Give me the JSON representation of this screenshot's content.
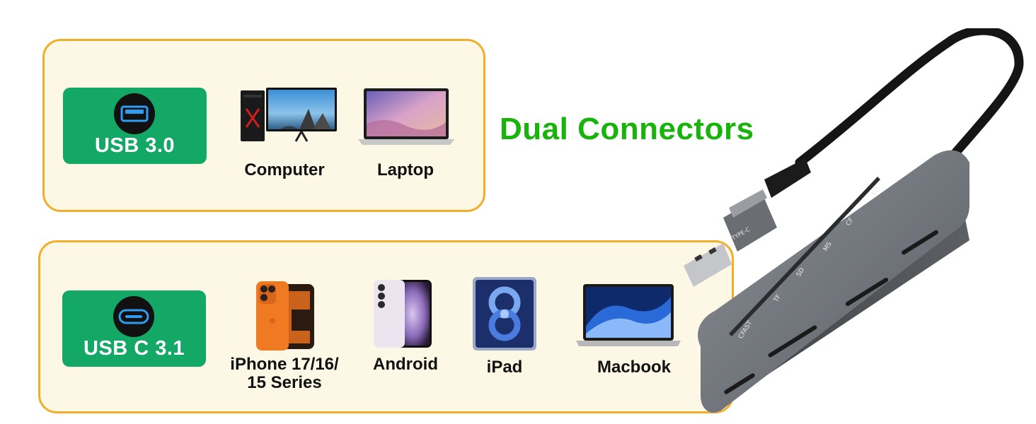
{
  "headline": "Dual Connectors",
  "usb3": {
    "badge_label": "USB 3.0",
    "port_icon": "usb-a-port-icon",
    "devices": [
      "Computer",
      "Laptop"
    ]
  },
  "usbc": {
    "badge_label": "USB C 3.1",
    "port_icon": "usb-c-port-icon",
    "devices": [
      "iPhone 17/16/",
      "15 Series",
      "Android",
      "iPad",
      "Macbook"
    ]
  },
  "reader": {
    "slot_labels": [
      "CFAST",
      "TF",
      "SD",
      "MS",
      "CF",
      "XD"
    ],
    "plug_label": "TYPE-C"
  },
  "colors": {
    "panel_border": "#f2ae2a",
    "panel_fill": "#fdf8e6",
    "badge_green": "#14a867",
    "headline_green": "#18b40c"
  }
}
